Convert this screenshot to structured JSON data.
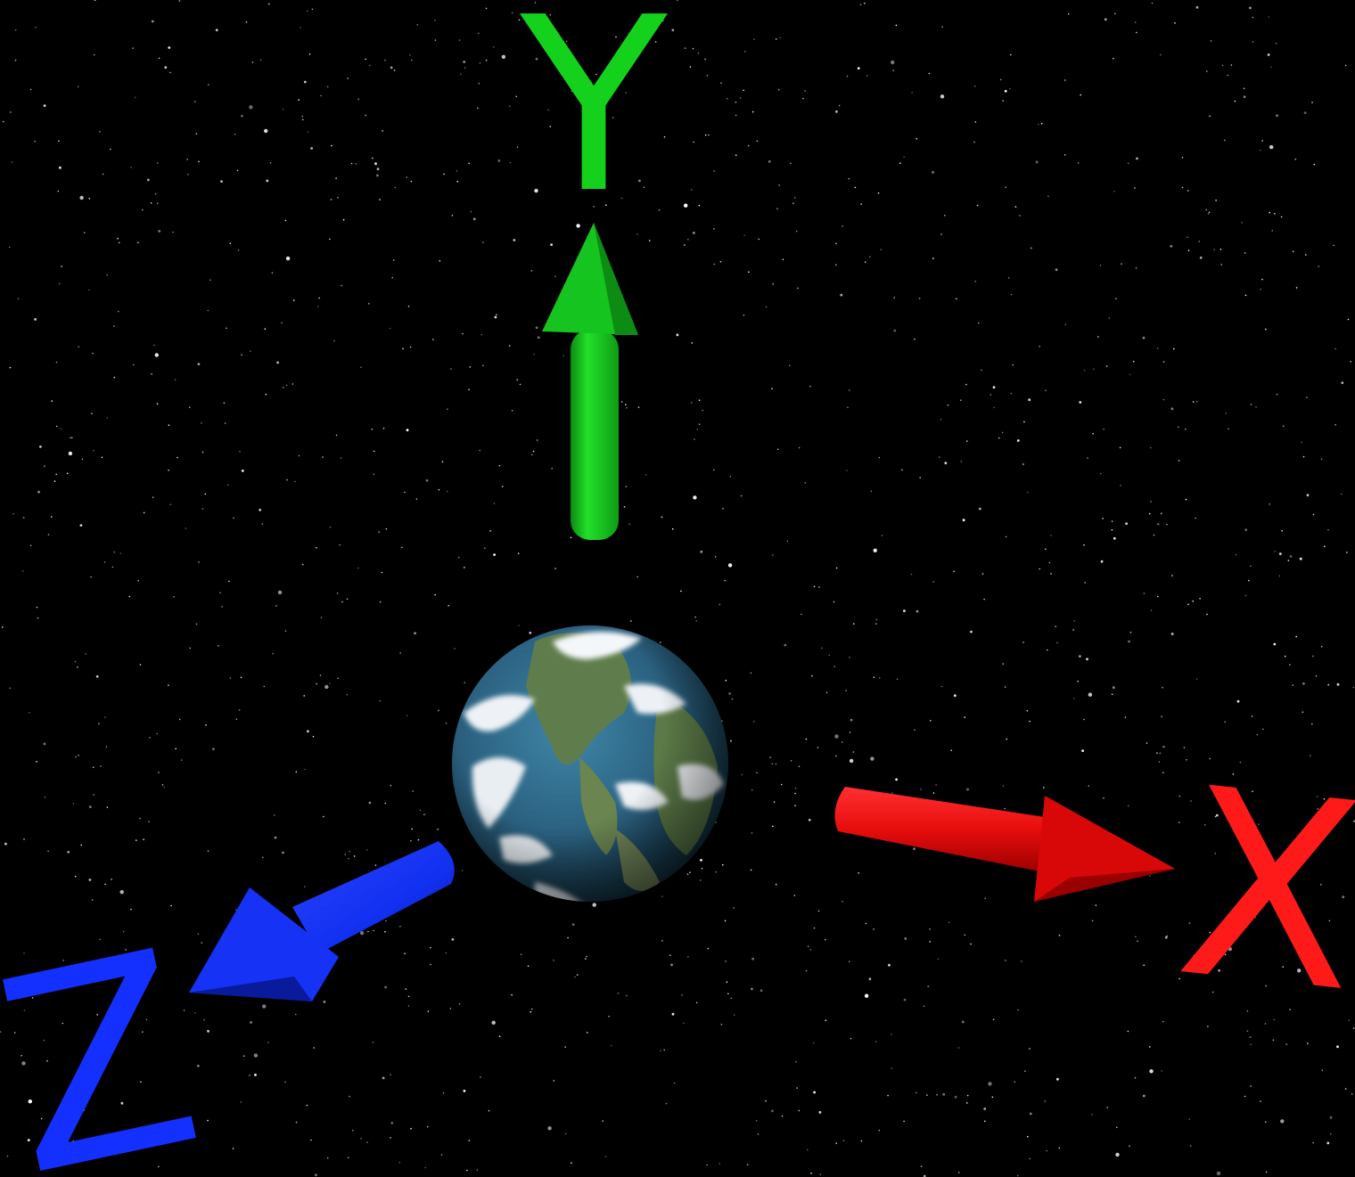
{
  "axes": [
    {
      "id": "x",
      "label": "X",
      "color": "#ff1a1a",
      "shade": "#a80000"
    },
    {
      "id": "y",
      "label": "Y",
      "color": "#14d21c",
      "shade": "#0a7a10"
    },
    {
      "id": "z",
      "label": "Z",
      "color": "#1430ff",
      "shade": "#0a1596"
    }
  ],
  "colors": {
    "background": "#000000",
    "stars": "#ffffff",
    "ocean": "#2b5f7c",
    "land": "#5d7a4a",
    "clouds": "#f2f5f8"
  },
  "icons": {
    "globe": "earth-globe-icon",
    "stars": "starfield"
  }
}
